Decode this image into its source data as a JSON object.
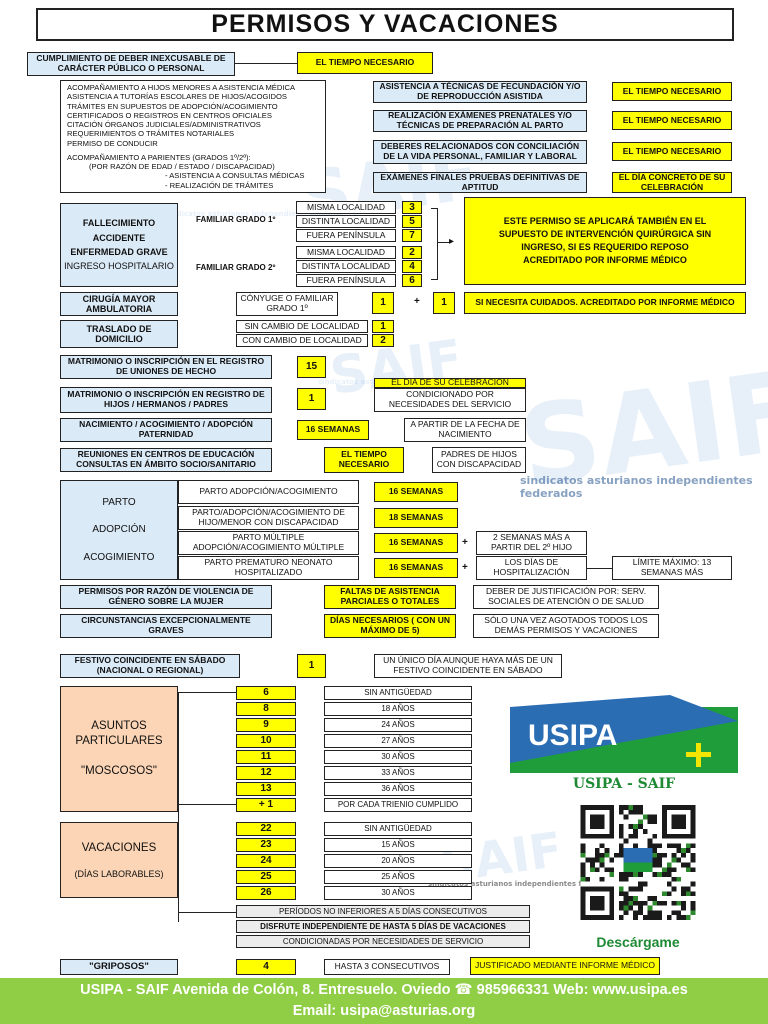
{
  "title": "PERMISOS  Y  VACACIONES",
  "watermarks": {
    "saif": "SAIF",
    "federados": "sindicatos asturianos independientes federados",
    "small": "sindicatos asturianos independientes federados"
  },
  "deber": {
    "label": "CUMPLIMIENTO DE DEBER INEXCUSABLE DE CARÁCTER PÚBLICO O PERSONAL",
    "value": "EL TIEMPO NECESARIO",
    "list": [
      "ACOMPAÑAMIENTO A HIJOS MENORES A ASISTENCIA MÉDICA",
      "ASISTENCIA A TUTORÍAS ESCOLARES DE HIJOS/ACOGIDOS",
      "TRÁMITES EN SUPUESTOS DE ADOPCIÓN/ACOGIMIENTO",
      "CERTIFICADOS O REGISTROS EN CENTROS OFICIALES",
      "CITACIÓN ÓRGANOS JUDICIALES/ADMINISTRATIVOS",
      "REQUERIMIENTOS O TRÁMITES NOTARIALES",
      "PERMISO DE CONDUCIR"
    ],
    "parientes": "ACOMPAÑAMIENTO A PARIENTES  (GRADOS 1º/2º):",
    "parientes_sub": "(POR RAZÓN DE EDAD / ESTADO / DISCAPACIDAD)",
    "parientes_a": "- ASISTENCIA A CONSULTAS MÉDICAS",
    "parientes_b": "- REALIZACIÓN DE TRÁMITES PUNTUALES"
  },
  "right_top": [
    {
      "label": "ASISTENCIA A TÉCNICAS DE FECUNDACIÓN Y/O DE REPRODUCCIÓN ASISTIDA",
      "value": "EL TIEMPO NECESARIO"
    },
    {
      "label": "REALIZACIÓN EXÁMENES PRENATALES Y/O TÉCNICAS DE PREPARACIÓN AL PARTO",
      "value": "EL TIEMPO NECESARIO"
    },
    {
      "label": "DEBERES RELACIONADOS CON CONCILIACIÓN DE LA VIDA PERSONAL, FAMILIAR Y LABORAL",
      "value": "EL TIEMPO NECESARIO"
    },
    {
      "label": "EXÁMENES FINALES PRUEBAS DEFINITIVAS DE APTITUD",
      "value": "EL DÍA CONCRETO DE SU CELEBRACIÓN"
    }
  ],
  "fallecimiento": {
    "labels": [
      "FALLECIMIENTO",
      "ACCIDENTE",
      "ENFERMEDAD GRAVE",
      "INGRESO HOSPITALARIO"
    ],
    "grado1": "FAMILIAR GRADO 1º",
    "grado2": "FAMILIAR GRADO 2º",
    "rows": [
      {
        "loc": "MISMA LOCALIDAD",
        "days": "3"
      },
      {
        "loc": "DISTINTA LOCALIDAD",
        "days": "5"
      },
      {
        "loc": "FUERA PENÍNSULA",
        "days": "7"
      },
      {
        "loc": "MISMA LOCALIDAD",
        "days": "2"
      },
      {
        "loc": "DISTINTA LOCALIDAD",
        "days": "4"
      },
      {
        "loc": "FUERA PENÍNSULA",
        "days": "6"
      }
    ],
    "note": "ESTE PERMISO SE APLICARÁ TAMBIÉN EN EL SUPUESTO DE INTERVENCIÓN QUIRÚRGICA SIN INGRESO, SI ES REQUERIDO REPOSO ACREDITADO POR INFORME MÉDICO"
  },
  "cirugia": {
    "label": "CIRUGÍA MAYOR AMBULATORIA",
    "who": "CÓNYUGE O FAMILIAR GRADO 1º",
    "days": "1",
    "plus": "+",
    "extra": "1",
    "note": "SI NECESITA CUIDADOS. ACREDITADO POR INFORME MÉDICO"
  },
  "traslado": {
    "label": "TRASLADO DE DOMICILIO",
    "rows": [
      {
        "desc": "SIN CAMBIO DE LOCALIDAD",
        "days": "1"
      },
      {
        "desc": "CON CAMBIO DE LOCALIDAD",
        "days": "2"
      }
    ]
  },
  "matrimonio": {
    "label": "MATRIMONIO O INSCRIPCIÓN EN EL  REGISTRO DE UNIONES DE HECHO",
    "days": "15"
  },
  "matrimonio_hijos": {
    "label": "MATRIMONIO O INSCRIPCIÓN EN REGISTRO DE HIJOS / HERMANOS / PADRES",
    "days": "1",
    "note_a": "EL DÍA DE SU CELEBRACIÓN",
    "note_b": "CONDICIONADO POR NECESIDADES DEL SERVICIO"
  },
  "nacimiento": {
    "label": "NACIMIENTO / ACOGIMIENTO / ADOPCIÓN PATERNIDAD",
    "value": "16  SEMANAS",
    "note": "A PARTIR DE LA FECHA DE NACIMIENTO"
  },
  "reuniones": {
    "label": "REUNIONES EN CENTROS DE EDUCACIÓN CONSULTAS EN ÁMBITO SOCIO/SANITARIO",
    "value": "EL TIEMPO NECESARIO",
    "note": "PADRES DE HIJOS CON DISCAPACIDAD"
  },
  "parto": {
    "labels": [
      "PARTO",
      "ADOPCIÓN",
      "ACOGIMIENTO"
    ],
    "rows": [
      {
        "desc": "PARTO ADOPCIÓN/ACOGIMIENTO",
        "value": "16 SEMANAS"
      },
      {
        "desc": "PARTO/ADOPCIÓN/ACOGIMIENTO DE HIJO/MENOR CON DISCAPACIDAD",
        "value": "18 SEMANAS"
      },
      {
        "desc": "PARTO MÚLTIPLE ADOPCIÓN/ACOGIMIENTO MÚLTIPLE",
        "value": "16 SEMANAS",
        "plus": "+",
        "extra": "2  SEMANAS MÁS A PARTIR DEL 2º HIJO"
      },
      {
        "desc": "PARTO PREMATURO NEONATO HOSPITALIZADO",
        "value": "16 SEMANAS",
        "plus": "+",
        "extra": "LOS DÍAS DE HOSPITALIZACIÓN",
        "limit": "LÍMITE MÁXIMO: 13 SEMANAS MÁS"
      }
    ]
  },
  "violencia": {
    "label": "PERMISOS POR RAZÓN DE VIOLENCIA DE GÉNERO SOBRE LA MUJER",
    "value": "FALTAS DE ASISTENCIA PARCIALES O TOTALES",
    "note": "DEBER DE JUSTIFICACIÓN POR: SERV. SOCIALES DE ATENCIÓN O DE SALUD"
  },
  "excepcionales": {
    "label": "CIRCUNSTANCIAS EXCEPCIONALMENTE GRAVES",
    "value": "DÍAS NECESARIOS ( CON UN MÁXIMO DE 5)",
    "note": "SÓLO UNA VEZ AGOTADOS TODOS LOS DEMÁS PERMISOS Y VACACIONES"
  },
  "festivo": {
    "label": "FESTIVO COINCIDENTE EN SÁBADO (NACIONAL O REGIONAL)",
    "days": "1",
    "note": "UN ÚNICO DÍA AUNQUE HAYA MÁS DE UN FESTIVO COINCIDENTE EN SÁBADO"
  },
  "asuntos": {
    "label_a": "ASUNTOS PARTICULARES",
    "label_b": "\"MOSCOSOS\"",
    "rows": [
      {
        "days": "6",
        "desc": "SIN ANTIGÜEDAD"
      },
      {
        "days": "8",
        "desc": "18 AÑOS"
      },
      {
        "days": "9",
        "desc": "24 AÑOS"
      },
      {
        "days": "10",
        "desc": "27 AÑOS"
      },
      {
        "days": "11",
        "desc": "30 AÑOS"
      },
      {
        "days": "12",
        "desc": "33 AÑOS"
      },
      {
        "days": "13",
        "desc": "36 AÑOS"
      },
      {
        "days": "+ 1",
        "desc": "POR CADA TRIENIO CUMPLIDO"
      }
    ]
  },
  "vacaciones": {
    "label_a": "VACACIONES",
    "label_b": "(DÍAS LABORABLES)",
    "rows": [
      {
        "days": "22",
        "desc": "SIN ANTIGÜEDAD"
      },
      {
        "days": "23",
        "desc": "15 AÑOS"
      },
      {
        "days": "24",
        "desc": "20 AÑOS"
      },
      {
        "days": "25",
        "desc": "25 AÑOS"
      },
      {
        "days": "26",
        "desc": "30 AÑOS"
      }
    ],
    "notes": [
      "PERÍODOS NO INFERIORES A 5 DÍAS CONSECUTIVOS",
      "DISFRUTE INDEPENDIENTE DE HASTA 5 DÍAS DE VACACIONES",
      "CONDICIONADAS POR NECESIDADES DE SERVICIO"
    ]
  },
  "griposos": {
    "label": "\"GRIPOSOS\"",
    "days": "4",
    "desc": "HASTA 3 CONSECUTIVOS",
    "note": "JUSTIFICADO MEDIANTE INFORME MÉDICO"
  },
  "logo": {
    "text": "USIPA",
    "caption": "USIPA - SAIF",
    "colors": {
      "green": "#1f9d3a",
      "blue": "#2a6db3",
      "yellow": "#f4e500"
    }
  },
  "qr": {
    "caption": "Descárgame"
  },
  "footer": {
    "line1": "USIPA - SAIF Avenida de Colón, 8. Entresuelo. Oviedo ☎ 985966331 Web: www.usipa.es",
    "line2": "Email: usipa@asturias.org"
  },
  "colors": {
    "header_blue": "#dbeaf7",
    "highlight": "#ffff00",
    "peach": "#fbd5b5",
    "footer_green": "#8fce45"
  }
}
